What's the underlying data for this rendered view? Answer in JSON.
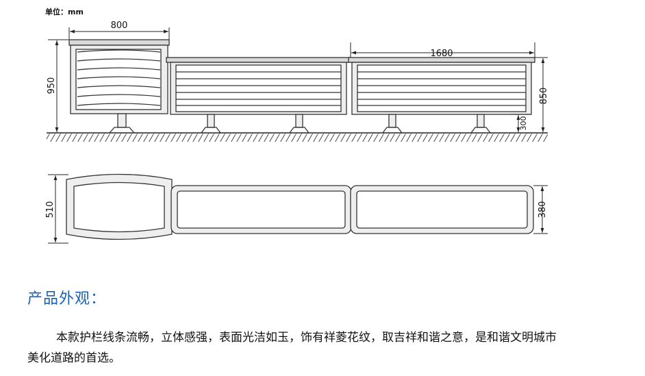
{
  "unit_label": "单位：mm",
  "dimensions": {
    "seat_width": "800",
    "seat_height": "950",
    "rail_length": "1680",
    "rail_height": "850",
    "post_height": "300",
    "seat_depth": "510",
    "rail_depth": "380"
  },
  "section_title": "产品外观：",
  "description": "本款护栏线条流畅，立体感强，表面光洁如玉，饰有祥菱花纹，取吉祥和谐之意，是和谐文明城市美化道路的首选。"
}
